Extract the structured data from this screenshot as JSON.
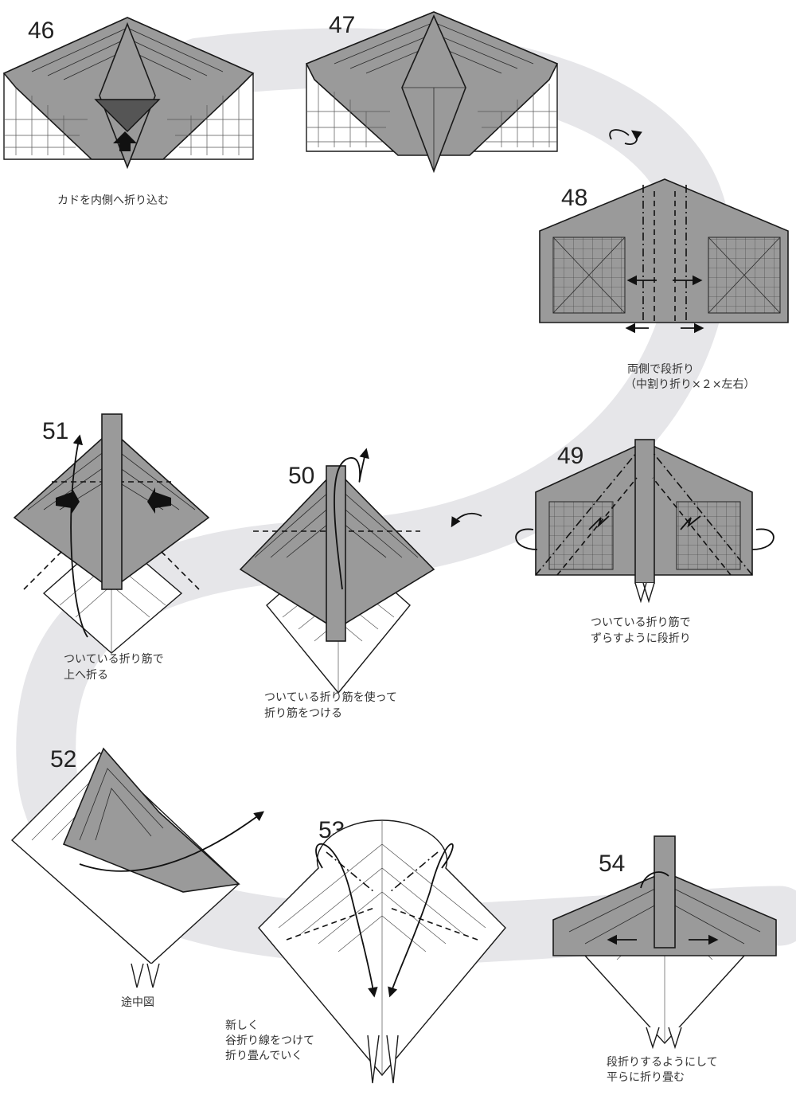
{
  "steps": [
    {
      "id": "46",
      "caption": [
        "カドを内側へ折り込む"
      ]
    },
    {
      "id": "47",
      "caption": []
    },
    {
      "id": "48",
      "caption": [
        "両側で段折り",
        "（中割り折り×２×左右）"
      ]
    },
    {
      "id": "49",
      "caption": [
        "ついている折り筋で",
        "ずらすように段折り"
      ]
    },
    {
      "id": "50",
      "caption": [
        "ついている折り筋を使って",
        "折り筋をつける"
      ]
    },
    {
      "id": "51",
      "caption": [
        "ついている折り筋で",
        "上へ折る"
      ]
    },
    {
      "id": "52",
      "caption": [
        "途中図"
      ]
    },
    {
      "id": "53",
      "caption": [
        "新しく",
        "谷折り線をつけて",
        "折り畳んでいく"
      ]
    },
    {
      "id": "54",
      "caption": [
        "段折りするようにして",
        "平らに折り畳む"
      ]
    }
  ],
  "colors": {
    "paper_colored": "#9a9a9a",
    "paper_white": "#ffffff",
    "ribbon": "#e6e6e9",
    "ink": "#1a1a1a",
    "dark_flap": "#555555"
  }
}
